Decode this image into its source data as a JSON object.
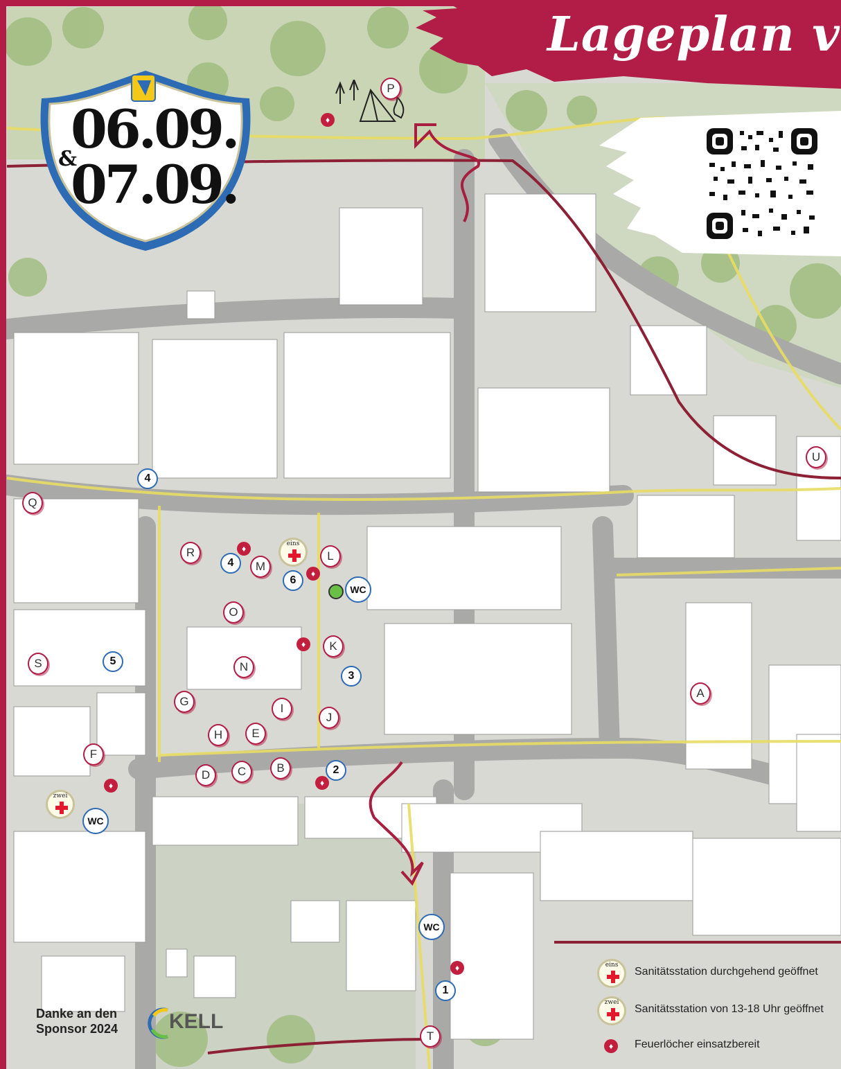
{
  "header": {
    "title": "Lageplan v"
  },
  "dates": {
    "day1": "06.09.",
    "ampersand": "&",
    "day2": "07.09."
  },
  "markers": {
    "letters": [
      {
        "label": "P"
      },
      {
        "label": "U"
      },
      {
        "label": "Q"
      },
      {
        "label": "R"
      },
      {
        "label": "M"
      },
      {
        "label": "L"
      },
      {
        "label": "O"
      },
      {
        "label": "K"
      },
      {
        "label": "N"
      },
      {
        "label": "S"
      },
      {
        "label": "G"
      },
      {
        "label": "I"
      },
      {
        "label": "J"
      },
      {
        "label": "H"
      },
      {
        "label": "E"
      },
      {
        "label": "A"
      },
      {
        "label": "F"
      },
      {
        "label": "D"
      },
      {
        "label": "C"
      },
      {
        "label": "B"
      },
      {
        "label": "T"
      }
    ],
    "numbers": [
      {
        "label": "4"
      },
      {
        "label": "4"
      },
      {
        "label": "6"
      },
      {
        "label": "5"
      },
      {
        "label": "3"
      },
      {
        "label": "2"
      },
      {
        "label": "1"
      }
    ],
    "wc_label": "WC",
    "medic1_label": "eins",
    "medic2_label": "zwei"
  },
  "legend": {
    "item1": "Sanitätsstation durchgehend geöffnet",
    "item2": "Sanitätsstation von 13-18 Uhr geöffnet",
    "item3": "Feuerlöcher einsatzbereit",
    "medic1_label": "eins",
    "medic2_label": "zwei"
  },
  "sponsor": {
    "line1": "Danke an den",
    "line2": "Sponsor 2024",
    "logo_text": "KELL"
  },
  "colors": {
    "brand": "#b11d46",
    "blue": "#2e6bb5",
    "extinguisher": "#c21f3e",
    "cross": "#e2182c"
  },
  "icons": {
    "extinguisher": "fire-extinguisher-icon",
    "camp": "campsite-icon",
    "qr": "qr-code"
  }
}
